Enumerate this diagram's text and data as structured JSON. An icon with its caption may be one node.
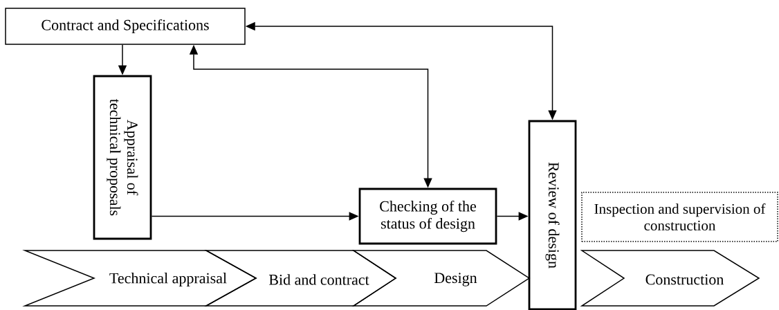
{
  "diagram": {
    "nodes": [
      {
        "text": [
          "Contract and Specifications"
        ]
      },
      {
        "text": [
          "Appraisal of technical proposals"
        ]
      },
      {
        "text": [
          "Checking of the status of design"
        ]
      },
      {
        "text": [
          "Review of design"
        ]
      },
      {
        "text": [
          "Inspection and supervision of construction"
        ]
      },
      {
        "text": [
          "Technical appraisal"
        ]
      },
      {
        "text": [
          "Bid and contract"
        ]
      },
      {
        "text": [
          "Design"
        ]
      },
      {
        "text": [
          "Construction"
        ]
      }
    ],
    "edges": [
      {
        "from": 0,
        "to": 1,
        "arrow": "to"
      },
      {
        "from": 2,
        "to": 0,
        "arrow": "both"
      },
      {
        "from": 3,
        "to": 0,
        "arrow": "both"
      },
      {
        "from": 1,
        "to": 2,
        "arrow": "to"
      },
      {
        "from": 2,
        "to": 3,
        "arrow": "to"
      }
    ]
  }
}
